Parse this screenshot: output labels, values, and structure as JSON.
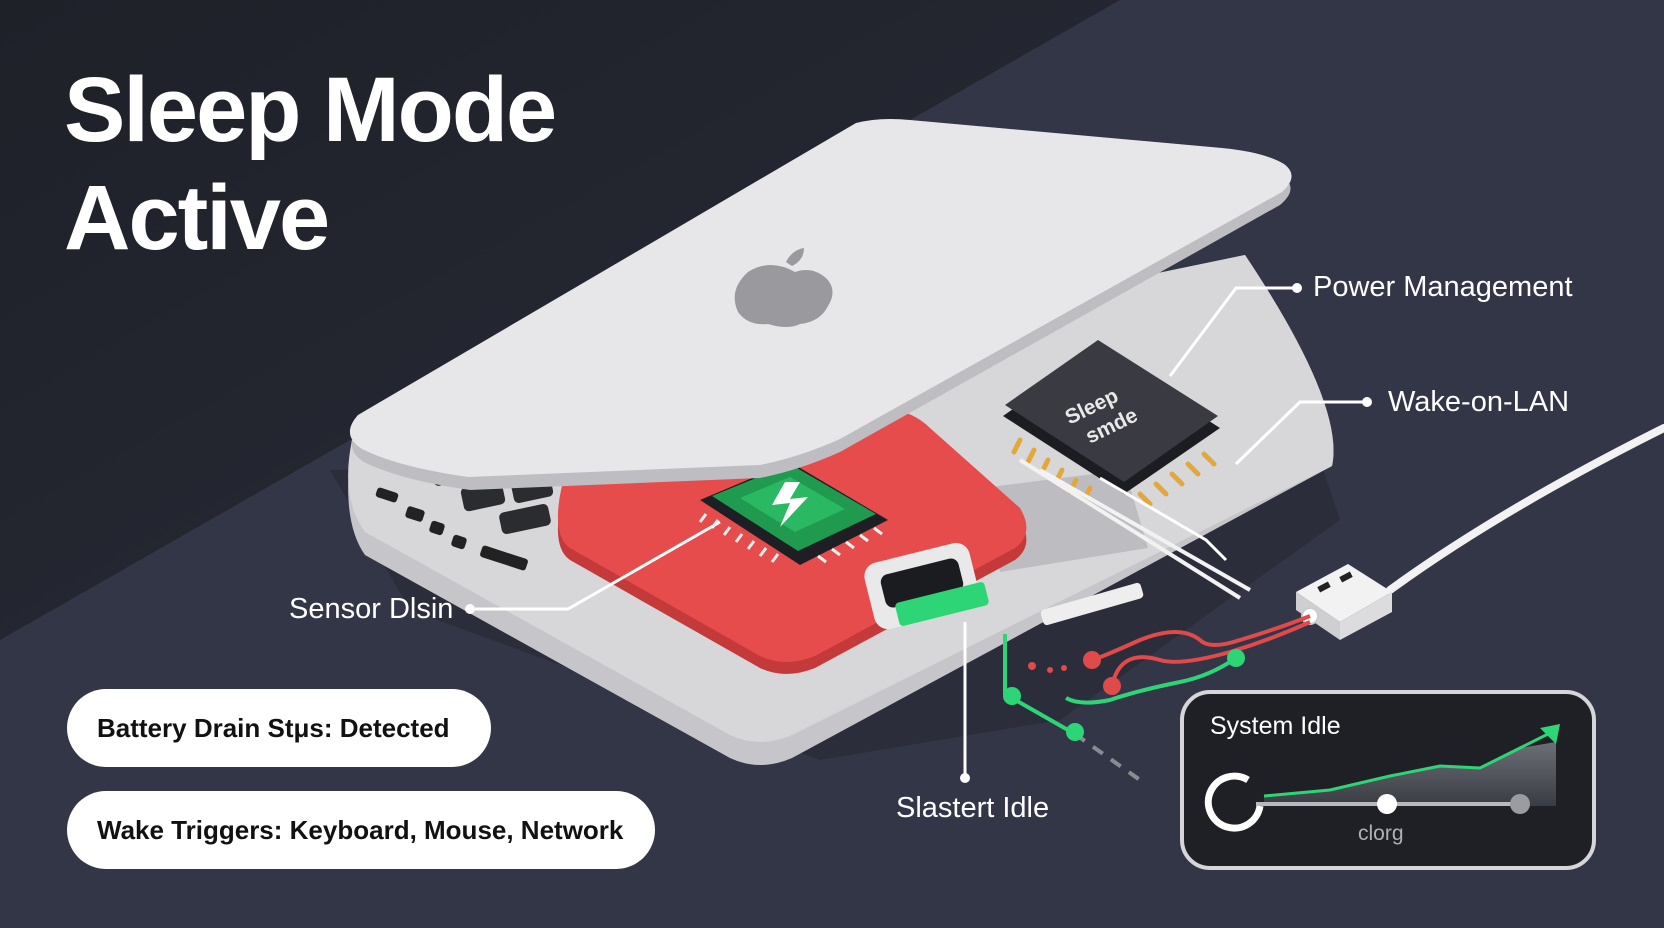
{
  "title": {
    "line1": "Sleep Mode",
    "line2": "Active"
  },
  "callouts": {
    "power_management": "Power Management",
    "wake_on_lan": "Wake-on-LAN",
    "sensor": "Sensor Dlsin",
    "idle": "Slastert Idle"
  },
  "chip_label": {
    "line1": "Sleep",
    "line2": "smde"
  },
  "status_pills": {
    "battery": "Battery Drain Stμs: Detected",
    "wake": "Wake Triggers: Keyboard, Mouse, Network"
  },
  "idle_panel": {
    "title": "System Idle",
    "status": "clorg"
  },
  "colors": {
    "background_dark": "#23252f",
    "background_mid": "#33364a",
    "laptop_body": "#c9c9cc",
    "laptop_lid": "#e4e4e6",
    "battery_red": "#e24b4b",
    "chip_green": "#23a455",
    "signal_green": "#2ed576",
    "signal_red": "#e04a4a"
  },
  "icons": [
    "apple-logo-icon",
    "lightning-bolt-icon",
    "sleep-chip-icon",
    "usb-plug-icon",
    "progress-ring-icon",
    "trend-arrow-icon"
  ]
}
